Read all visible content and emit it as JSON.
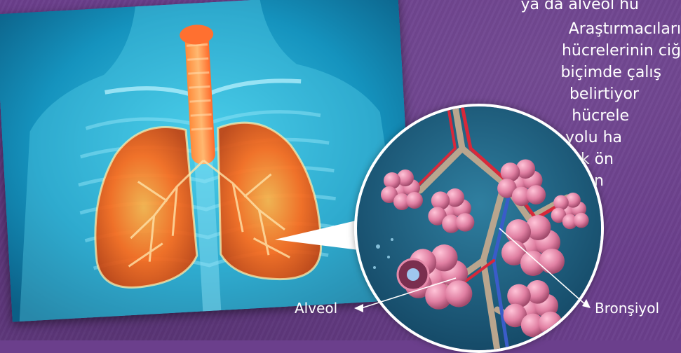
{
  "text_lines": [
    "ya da alveol hü",
    "Araştırmacıları",
    "hücrelerinin ciğ",
    "biçimde çalış",
    "belirtiyor",
    "hücrele",
    "yolu ha",
    "çok ön",
    "düşün"
  ],
  "labels": {
    "alveol": "Alveol",
    "bronsiyol": "Bronşiyol"
  },
  "colors": {
    "background": "#6b3f8c",
    "text": "#ffffff",
    "photo_teal": "#1aa3c8",
    "lung_orange": "#ff7a1a",
    "alveoli_pink": "#e58aaa",
    "artery_red": "#d8283a",
    "vein_blue": "#3a5cc9"
  }
}
